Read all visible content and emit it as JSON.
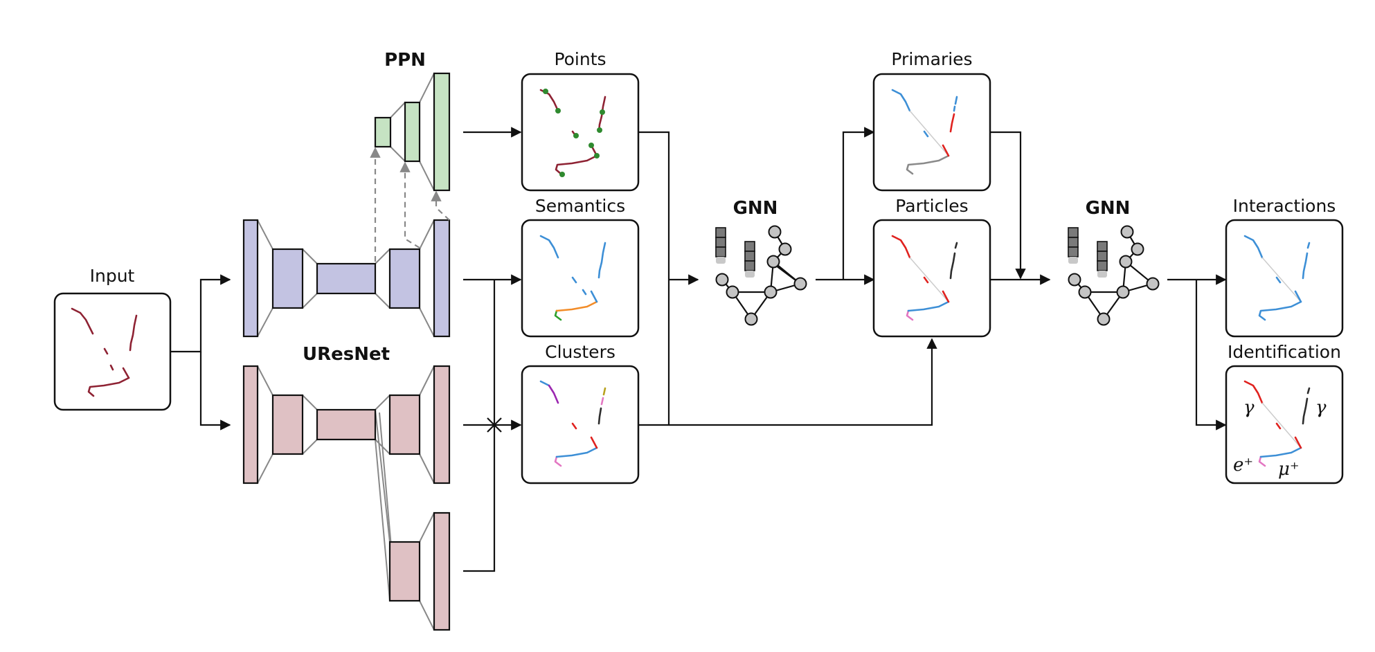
{
  "labels": {
    "input": "Input",
    "ppn": "PPN",
    "uresnet": "UResNet",
    "points": "Points",
    "semantics": "Semantics",
    "clusters": "Clusters",
    "gnn_1": "GNN",
    "primaries": "Primaries",
    "particles": "Particles",
    "gnn_2": "GNN",
    "interactions": "Interactions",
    "identification": "Identification"
  },
  "particle_labels": {
    "gamma_left": "γ",
    "gamma_right": "γ",
    "positron": "e⁺",
    "muon": "μ⁺"
  },
  "colors": {
    "ppn_block": "#c6e3c3",
    "uresnet_block": "#c3c3e2",
    "second_decoder_block": "#dfc1c4",
    "node_fill": "#c4c4c4",
    "track_blue": "#3d8fd6",
    "track_red": "#e0221f",
    "track_dark": "#2e2e2e",
    "track_orange": "#f28c28",
    "track_green": "#2ca02c",
    "track_pink": "#e377c2",
    "track_purple": "#9b27b0",
    "track_olive": "#b8a11e",
    "track_gray": "#8a8a8a",
    "input_track": "#8e2233",
    "ppn_point": "#2f8a2f",
    "connector": "#888888"
  }
}
